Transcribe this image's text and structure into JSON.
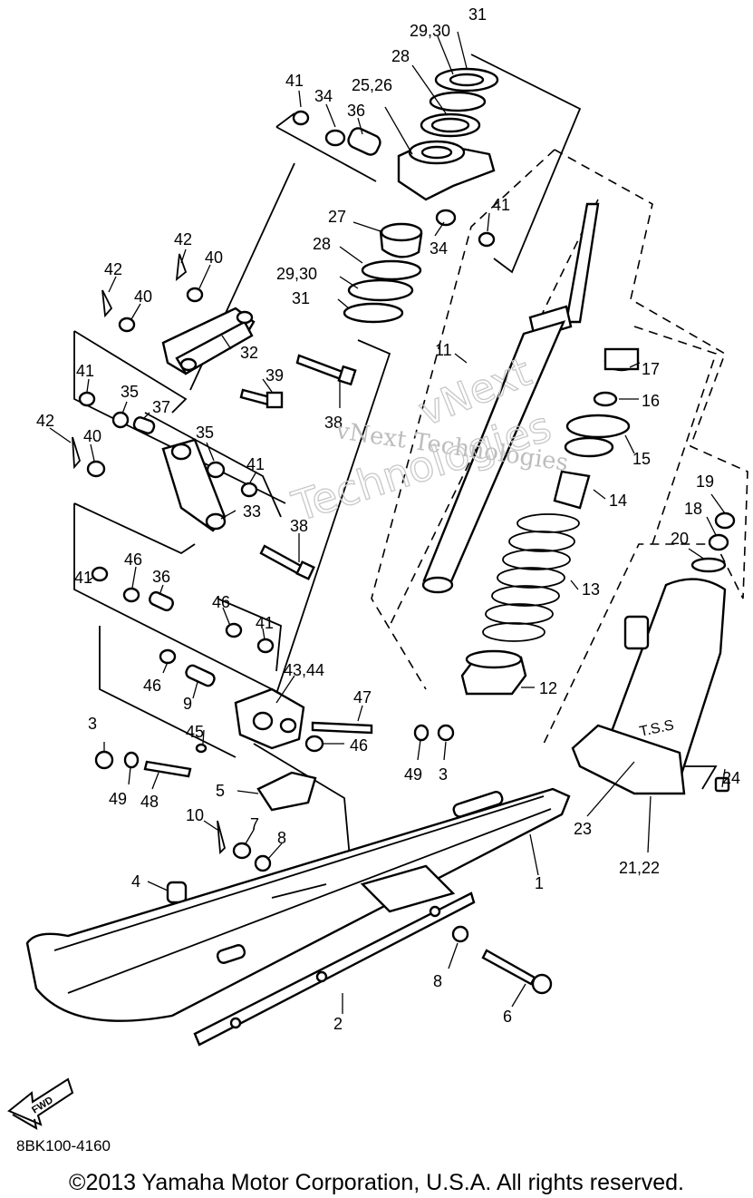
{
  "watermark": {
    "line1": "vNext Technologies",
    "line2": "vNext",
    "line3": "Technologies"
  },
  "direction_badge": "FWD",
  "shock_marking": "T.S.S",
  "part_number": "8BK100-4160",
  "copyright": "©2013 Yamaha Motor Corporation, U.S.A. All rights reserved.",
  "callouts": [
    "31",
    "29,30",
    "28",
    "25,26",
    "41",
    "34",
    "36",
    "27",
    "28",
    "29,30",
    "31",
    "34",
    "41",
    "42",
    "40",
    "42",
    "40",
    "32",
    "11",
    "39",
    "38",
    "41",
    "35",
    "37",
    "42",
    "40",
    "35",
    "41",
    "33",
    "38",
    "17",
    "16",
    "15",
    "14",
    "13",
    "12",
    "19",
    "18",
    "20",
    "41",
    "46",
    "36",
    "46",
    "41",
    "43,44",
    "46",
    "9",
    "45",
    "47",
    "46",
    "49",
    "3",
    "3",
    "49",
    "48",
    "5",
    "10",
    "7",
    "8",
    "24",
    "23",
    "21,22",
    "1",
    "4",
    "8",
    "2",
    "6"
  ]
}
